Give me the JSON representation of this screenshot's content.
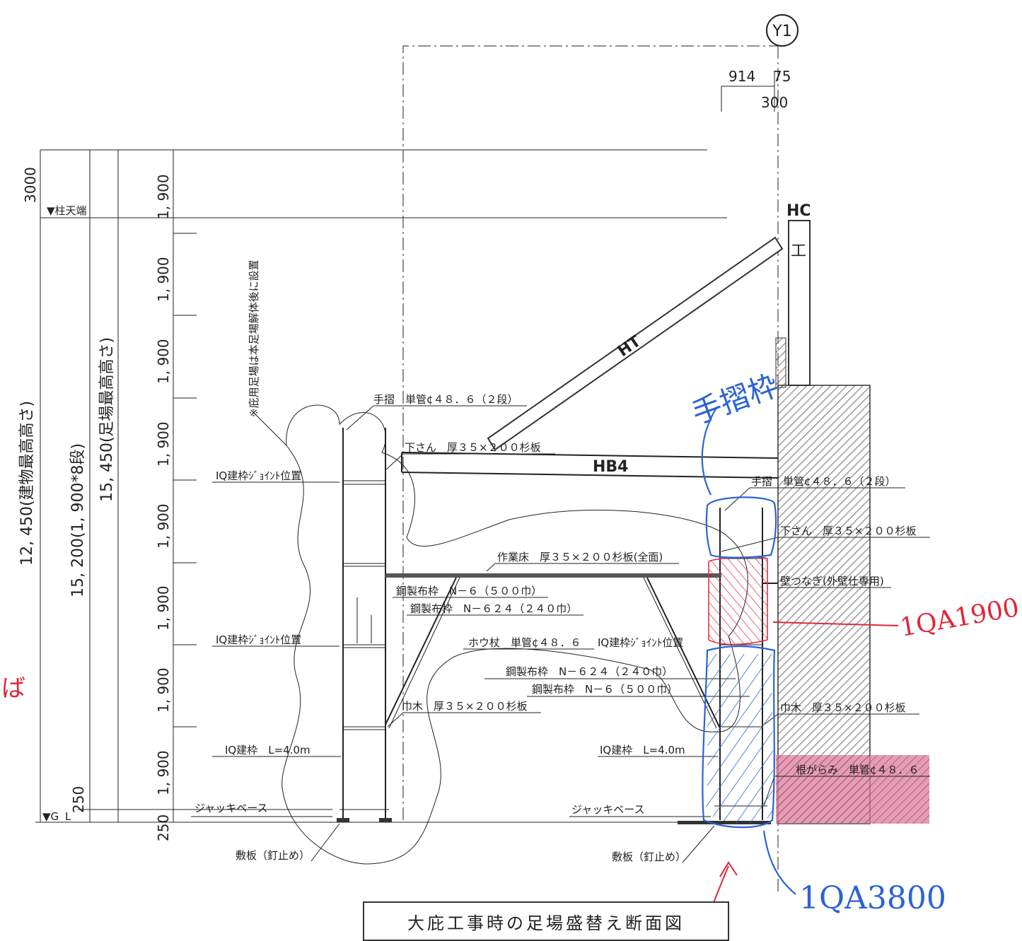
{
  "grid": {
    "axis_label": "Y1"
  },
  "dims_top": {
    "d914": "914",
    "d75": "75",
    "d300": "300"
  },
  "dims_left": {
    "d3000": "3000",
    "building_height": "12, 450(建物最高高さ)",
    "frames": "15, 200(1, 900*8段)",
    "scaffold_height": "15, 450(足場最高高さ)",
    "tiers": [
      "1, 900",
      "1, 900",
      "1, 900",
      "1, 900",
      "1, 900",
      "1, 900",
      "1, 900",
      "1, 900"
    ],
    "d250_left": "250",
    "d250_bottom": "250"
  },
  "levels": {
    "column_top": "▼柱天端",
    "ground": "▼G",
    "ground_mark": "L"
  },
  "members": {
    "hc": "HC",
    "hc_shape": "工",
    "ht": "HT",
    "hb4": "HB4"
  },
  "note": "※庇用足場は本足場解体後に設置",
  "labels_left": {
    "handrail": "手摺　単管¢４８．６（２段）",
    "toe_board": "下さん　厚３５×２００杉板",
    "joint1": "IQ建枠ｼﾞｮｲﾝﾄ位置",
    "work_floor": "作業床　厚３５×２００杉板(全面)",
    "plank_n6": "鋼製布枠　N－６（５００巾）",
    "plank_n624": "鋼製布枠　N－６２４（２４０巾）",
    "joint2": "IQ建枠ｼﾞｮｲﾝﾄ位置",
    "brace": "ホウ杖　単管¢４８．６",
    "joint3": "IQ建枠ｼﾞｮｲﾝﾄ位置",
    "plank_n624_b": "鋼製布枠　N－６２４（２４０巾）",
    "plank_n6_b": "鋼製布枠　N－６（５００巾）",
    "habaki": "巾木　厚３５×２００杉板",
    "frame": "IQ建枠　L=4.0m",
    "jack": "ジャッキベース",
    "sole": "敷板（釘止め）"
  },
  "labels_right": {
    "handrail": "手摺　単管¢４８．６（２段）",
    "toe_board": "下さん　厚３５×２００杉板",
    "wall_tie": "壁つなぎ(外壁仕専用)",
    "habaki": "巾木　厚３５×２００杉板",
    "frame": "IQ建枠　L=4.0m",
    "jack": "ジャッキベース",
    "sole": "敷板（釘止め）",
    "ground_tie": "根がらみ　単管¢４８．６"
  },
  "handwritten": {
    "handrail_frame": "手摺枠",
    "iqa1900": "1QA1900",
    "iqa3800": "1QA3800",
    "left_mark": "ば"
  },
  "title": "大庇工事時の足場盛替え断面図"
}
